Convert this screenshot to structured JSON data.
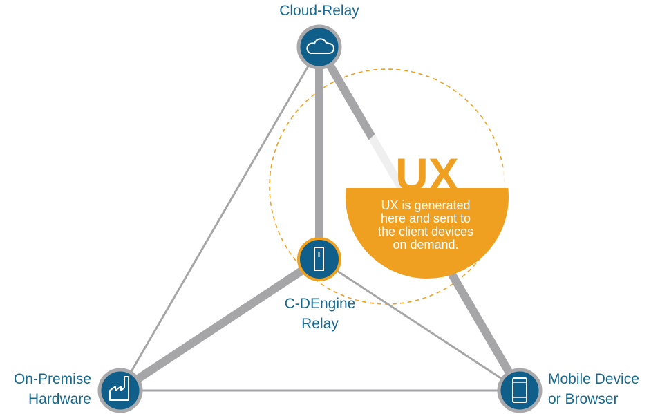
{
  "colors": {
    "node_fill": "#105e8a",
    "node_ring": "#a9a9ab",
    "node_ring_center": "#f0a020",
    "edge_thick": "#a6a6a8",
    "edge_thin": "#a6a6a8",
    "accent": "#f0a020",
    "label": "#17698f"
  },
  "nodes": {
    "cloud_relay": {
      "label": "Cloud-Relay",
      "icon": "cloud-icon"
    },
    "cdengine_relay": {
      "label_line1": "C-DEngine",
      "label_line2": "Relay",
      "icon": "server-tower-icon"
    },
    "on_premise": {
      "label_line1": "On-Premise",
      "label_line2": "Hardware",
      "icon": "factory-icon"
    },
    "mobile": {
      "label_line1": "Mobile Device",
      "label_line2": "or Browser",
      "icon": "smartphone-icon"
    }
  },
  "ux_callout": {
    "title": "UX",
    "lines": [
      "UX is generated",
      "here and sent to",
      "the client devices",
      "on demand."
    ]
  }
}
